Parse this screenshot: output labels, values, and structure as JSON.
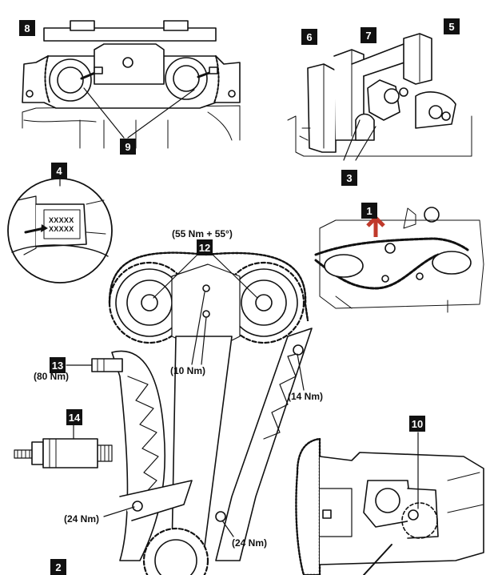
{
  "callouts": {
    "c1": "1",
    "c2": "2",
    "c3": "3",
    "c4": "4",
    "c5": "5",
    "c6": "6",
    "c7": "7",
    "c8": "8",
    "c9": "9",
    "c10": "10",
    "c12": "12",
    "c13": "13",
    "c14": "14"
  },
  "torque": {
    "camshaft_sprockets": "(55 Nm + 55°)",
    "chain_guide_upper": "(10 Nm)",
    "tensioner_plug": "(80 Nm)",
    "tensioner_rail_bolt": "(14 Nm)",
    "guide_bolt_left": "(24 Nm)",
    "guide_bolt_right": "(24 Nm)"
  },
  "stamp": {
    "line1": "XXXXX",
    "line2": "XXXXX"
  },
  "colors": {
    "ink": "#111111",
    "arrow": "#c0392b",
    "background": "#ffffff"
  }
}
